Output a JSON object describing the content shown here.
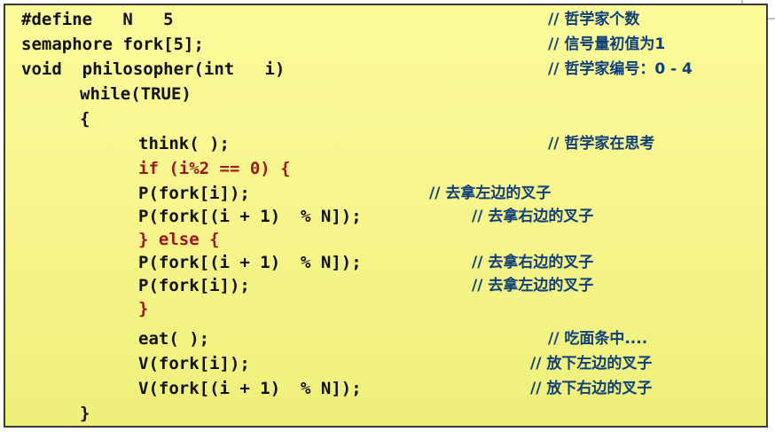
{
  "code_lines": [
    {
      "text": "#define   N   5",
      "comment": "// 哲学家个数"
    },
    {
      "text": "semaphore fork[5];",
      "comment": "// 信号量初值为1"
    },
    {
      "text": "void  philosopher(int   i)",
      "comment": "// 哲学家编号：0 - 4"
    },
    {
      "text": "while(TRUE)",
      "comment": ""
    },
    {
      "text": "{",
      "comment": ""
    },
    {
      "text": "think( );",
      "comment": "// 哲学家在思考"
    },
    {
      "text": "if (i%2 == 0) {",
      "comment": ""
    },
    {
      "text": "P(fork[i]);",
      "comment": "// 去拿左边的叉子"
    },
    {
      "text": "P(fork[(i + 1)  % N]);",
      "comment": "// 去拿右边的叉子"
    },
    {
      "text": "} else {",
      "comment": ""
    },
    {
      "text": "P(fork[(i + 1)  % N]);",
      "comment": "// 去拿右边的叉子"
    },
    {
      "text": "P(fork[i]);",
      "comment": "// 去拿左边的叉子"
    },
    {
      "text": "}",
      "comment": ""
    },
    {
      "text": "eat( );",
      "comment": "// 吃面条中...."
    },
    {
      "text": "V(fork[i]);",
      "comment": "// 放下左边的叉子"
    },
    {
      "text": "V(fork[(i + 1)  % N]);",
      "comment": "// 放下右边的叉子"
    },
    {
      "text": "}",
      "comment": ""
    }
  ],
  "colors": {
    "code": "#111111",
    "highlight_code": "#9b1616",
    "comment": "#0f3f7a",
    "background": "#f8f68e"
  },
  "icons": {
    "corner": "window-corner-icon"
  }
}
